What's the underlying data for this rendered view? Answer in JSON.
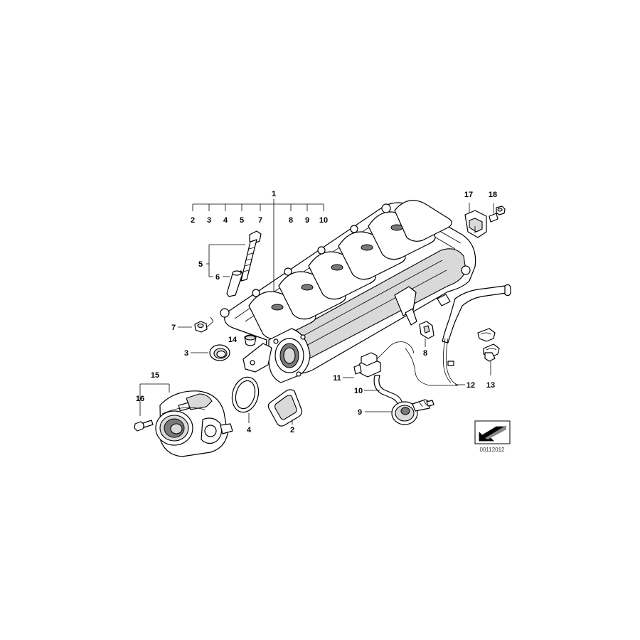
{
  "diagram": {
    "labels": {
      "l1": "1",
      "g2": "2",
      "g3": "3",
      "g4": "4",
      "g5": "5",
      "g7": "7",
      "g8": "8",
      "g9": "9",
      "g10": "10",
      "l5": "5",
      "l6": "6",
      "l7": "7",
      "l14": "14",
      "l3": "3",
      "l15": "15",
      "l16": "16",
      "l4": "4",
      "l2": "2",
      "l11": "11",
      "l10": "10",
      "l9": "9",
      "l8": "8",
      "l12": "12",
      "l13": "13",
      "l17": "17",
      "l18": "18"
    },
    "catalog_number": "00112012"
  }
}
